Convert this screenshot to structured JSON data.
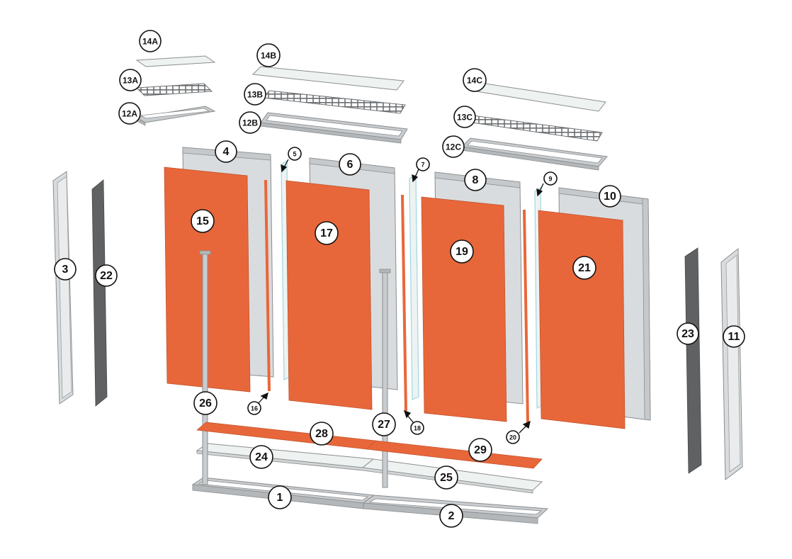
{
  "colors": {
    "panel_orange": "#E8673A",
    "panel_gray": "#D9DCDE",
    "frame_gray": "#C9CCCE",
    "dark_strip": "#5F6162",
    "glass": "#EEF3F1",
    "glass_edge": "#BFE6EE",
    "outline": "#8A8D8F"
  },
  "labels": [
    {
      "id": "14A",
      "text": "14A"
    },
    {
      "id": "13A",
      "text": "13A"
    },
    {
      "id": "12A",
      "text": "12A"
    },
    {
      "id": "14B",
      "text": "14B"
    },
    {
      "id": "13B",
      "text": "13B"
    },
    {
      "id": "12B",
      "text": "12B"
    },
    {
      "id": "14C",
      "text": "14C"
    },
    {
      "id": "13C",
      "text": "13C"
    },
    {
      "id": "12C",
      "text": "12C"
    },
    {
      "id": "4",
      "text": "4"
    },
    {
      "id": "5",
      "text": "5"
    },
    {
      "id": "6",
      "text": "6"
    },
    {
      "id": "7",
      "text": "7"
    },
    {
      "id": "8",
      "text": "8"
    },
    {
      "id": "9",
      "text": "9"
    },
    {
      "id": "10",
      "text": "10"
    },
    {
      "id": "15",
      "text": "15"
    },
    {
      "id": "17",
      "text": "17"
    },
    {
      "id": "19",
      "text": "19"
    },
    {
      "id": "21",
      "text": "21"
    },
    {
      "id": "3",
      "text": "3"
    },
    {
      "id": "22",
      "text": "22"
    },
    {
      "id": "23",
      "text": "23"
    },
    {
      "id": "11",
      "text": "11"
    },
    {
      "id": "26",
      "text": "26"
    },
    {
      "id": "16",
      "text": "16"
    },
    {
      "id": "27",
      "text": "27"
    },
    {
      "id": "18",
      "text": "18"
    },
    {
      "id": "20",
      "text": "20"
    },
    {
      "id": "28",
      "text": "28"
    },
    {
      "id": "29",
      "text": "29"
    },
    {
      "id": "24",
      "text": "24"
    },
    {
      "id": "25",
      "text": "25"
    },
    {
      "id": "1",
      "text": "1"
    },
    {
      "id": "2",
      "text": "2"
    }
  ]
}
